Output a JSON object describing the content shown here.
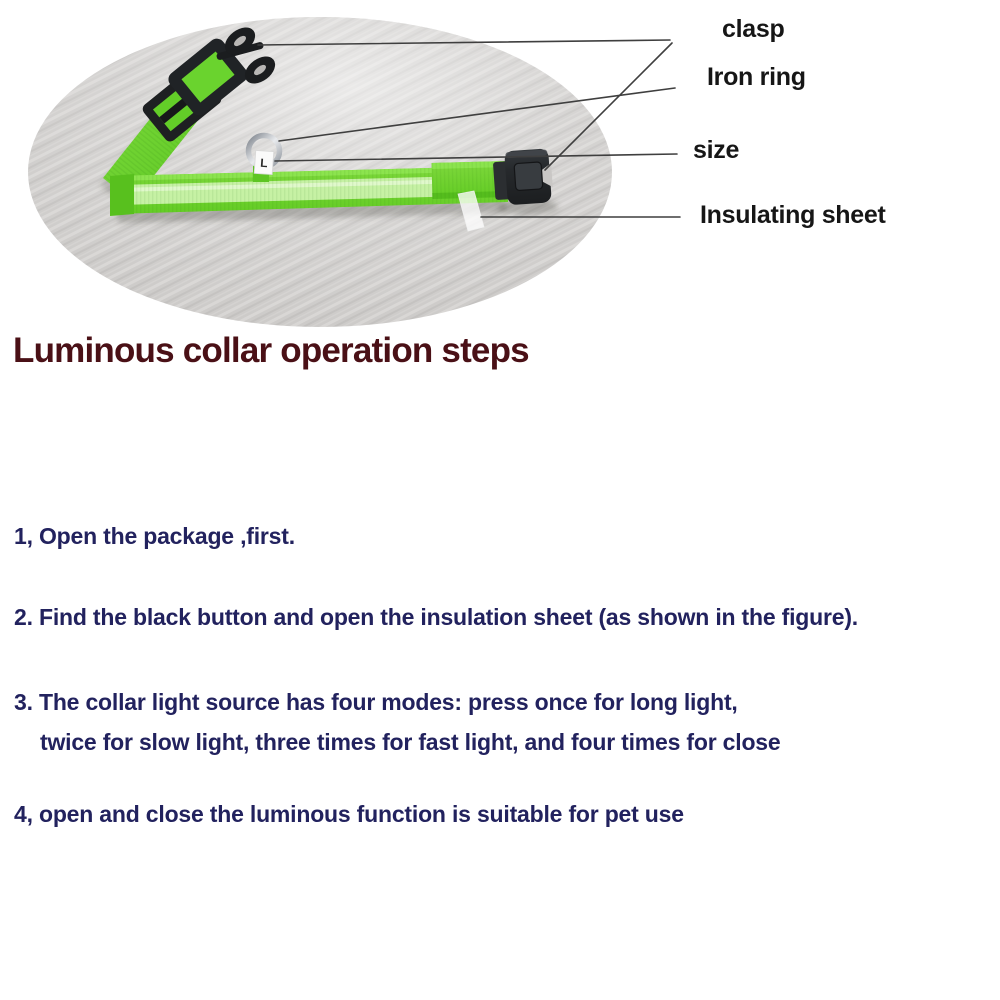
{
  "product_figure": {
    "callouts": [
      {
        "id": "clasp",
        "label": "clasp"
      },
      {
        "id": "iron-ring",
        "label": "Iron ring"
      },
      {
        "id": "size",
        "label": "size"
      },
      {
        "id": "insulating-sheet",
        "label": "Insulating sheet"
      }
    ],
    "size_tag_text": "L"
  },
  "heading": {
    "title": "Luminous collar operation steps"
  },
  "instructions": {
    "step1": "1, Open the package ,first.",
    "step2": "2. Find the black button and open the insulation sheet (as shown in the figure).",
    "step3_line1": "3. The collar light source has four modes: press once for long light,",
    "step3_line2": "twice for slow light, three times for fast light, and four times for close",
    "step4": "4, open and close the luminous function is suitable for pet use"
  },
  "colors": {
    "heading_text": "#4a1016",
    "step_text": "#22225e",
    "callout_text": "#161616",
    "collar_green": "#74d934",
    "collar_light_stripe": "#c6f1a4",
    "plastic_black": "#26292c",
    "photo_background_gray": "#cbc9c7",
    "ring_silver": "#c8ccd1"
  }
}
